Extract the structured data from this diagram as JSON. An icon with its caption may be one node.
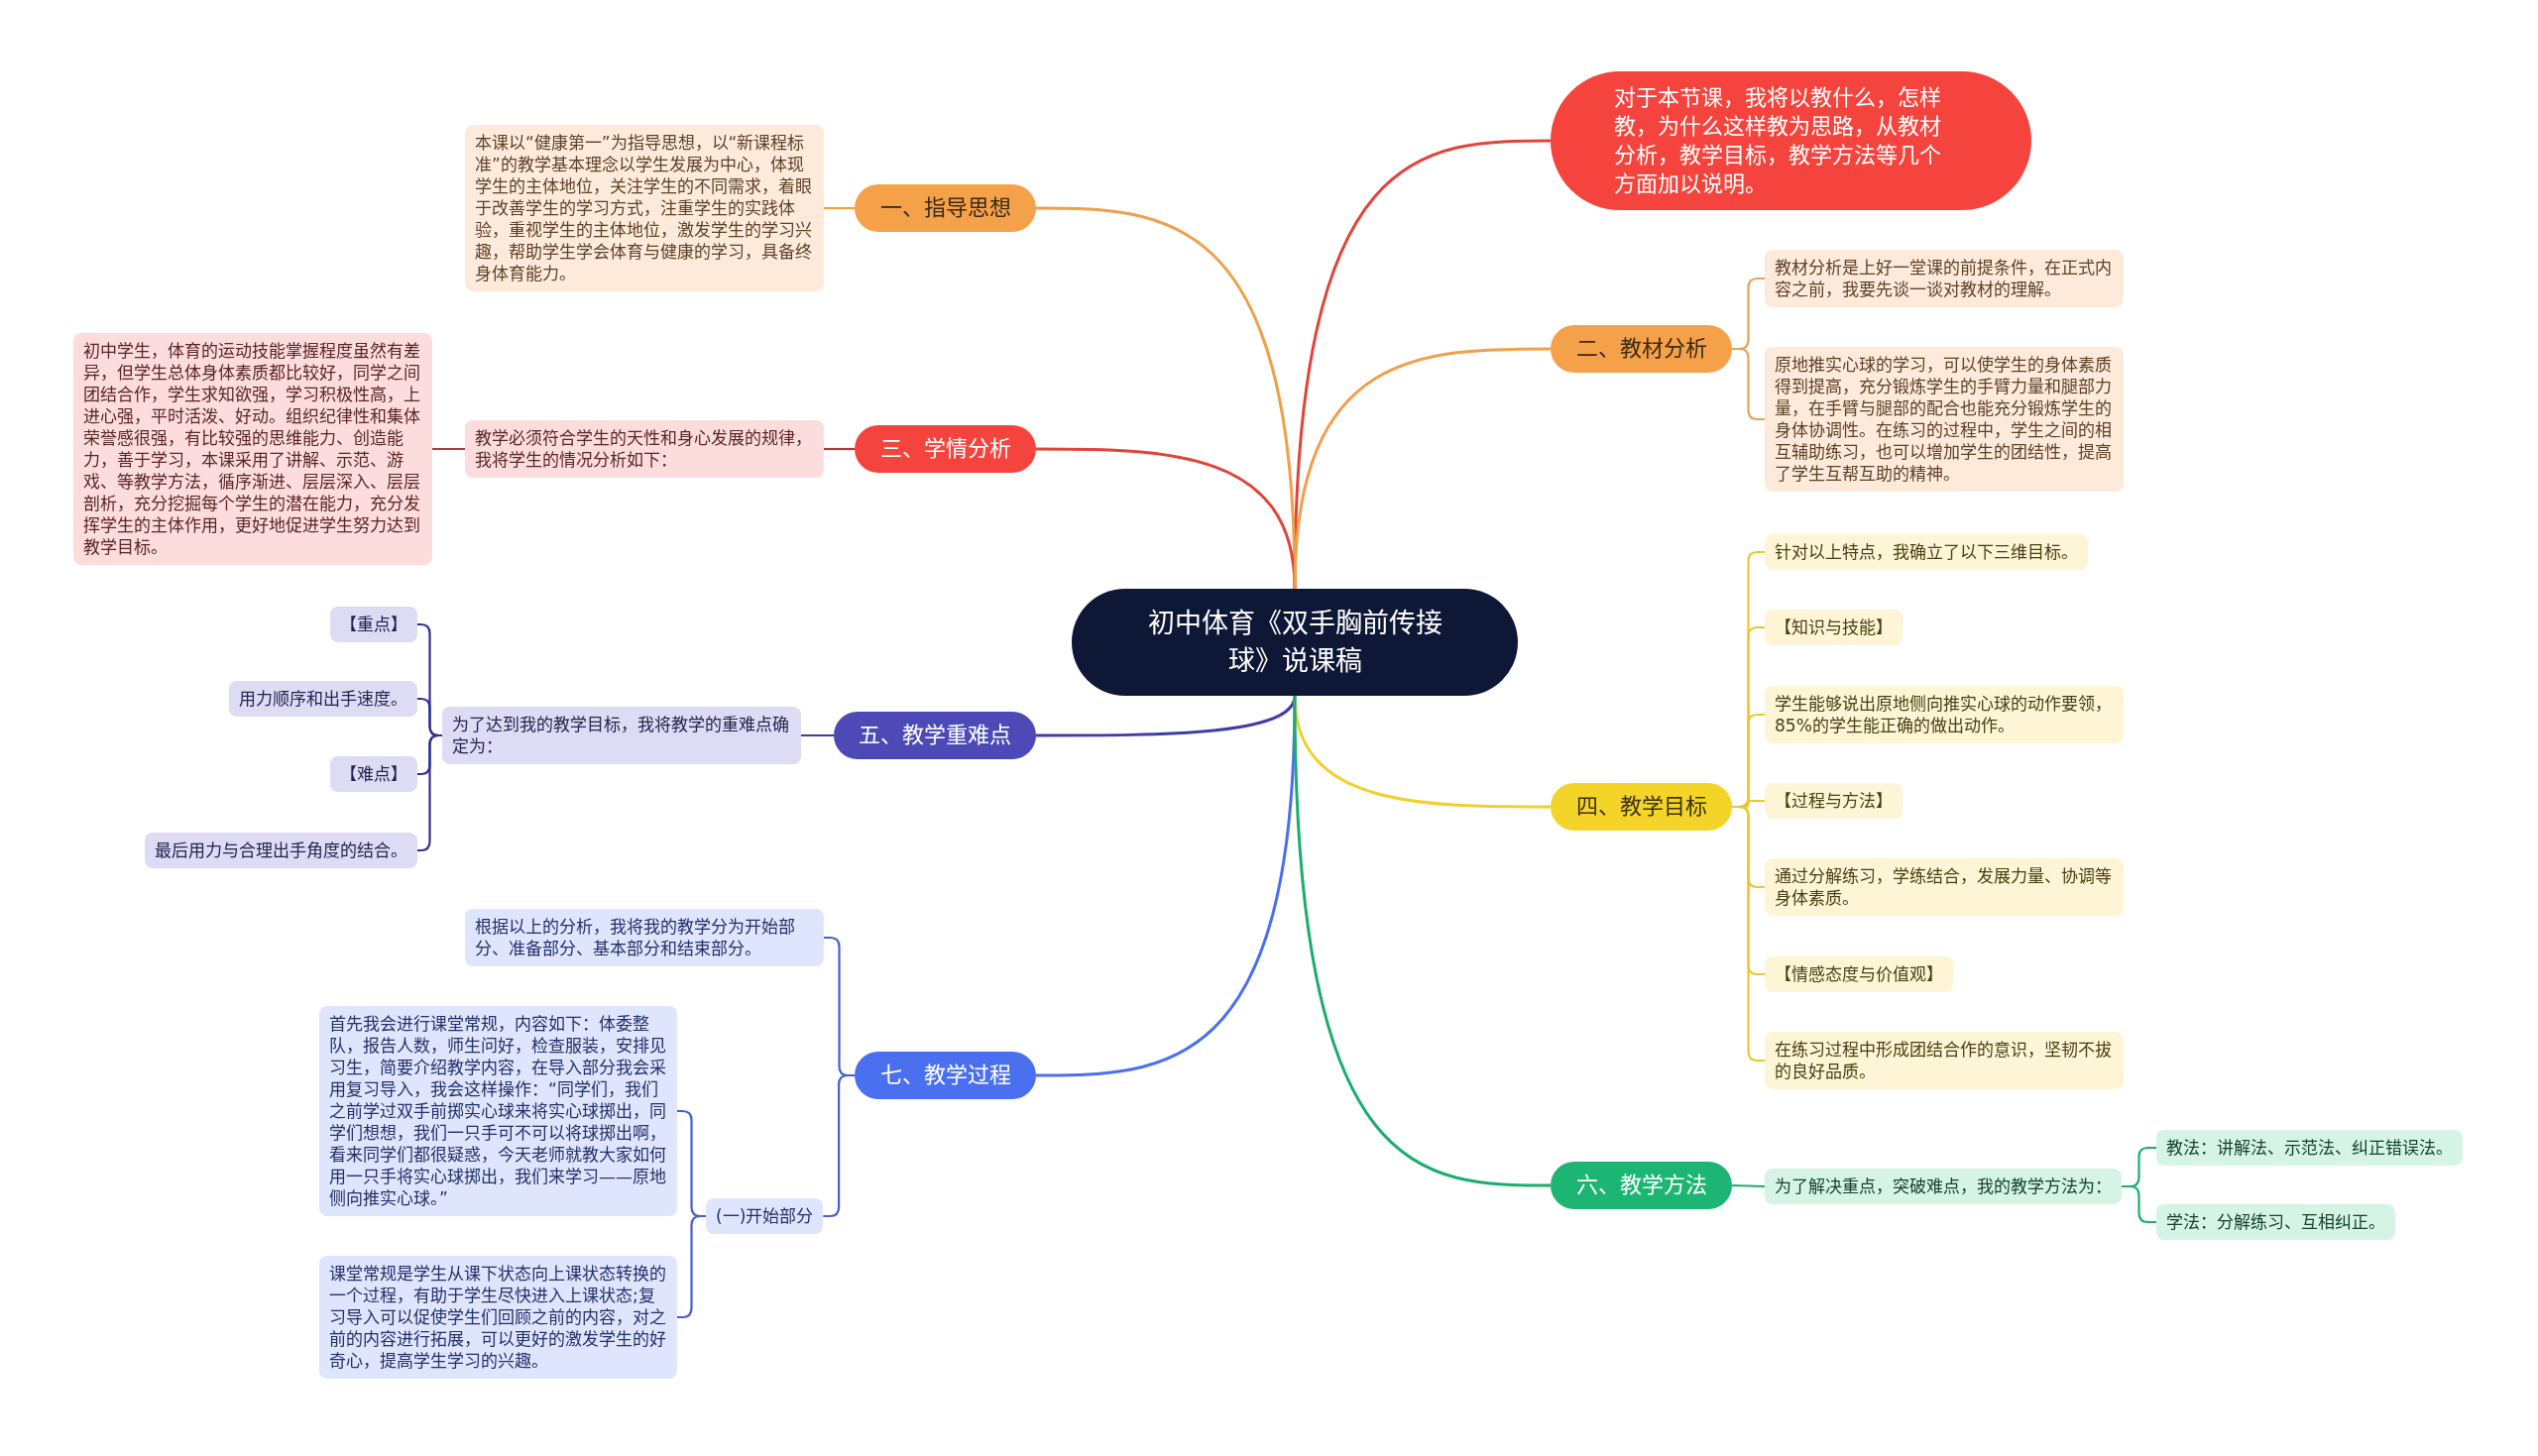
{
  "diagram": {
    "nodes": [
      {
        "text": [
          "初中体育《双手胸前传接球》说课稿"
        ]
      },
      {
        "text": [
          "对于本节课，我将以教什么，怎样教，为什么这样教为思路，从教材分析，教学目标，教学方法等几个方面加以说明。"
        ]
      },
      {
        "text": [
          "一、指导思想"
        ]
      },
      {
        "text": [
          "本课以“健康第一”为指导思想，以“新课程标准”的教学基本理念以学生发展为中心，体现学生的主体地位，关注学生的不同需求，着眼于改善学生的学习方式，注重学生的实践体验，重视学生的主体地位，激发学生的学习兴趣，帮助学生学会体育与健康的学习，具备终身体育能力。"
        ]
      },
      {
        "text": [
          "三、学情分析"
        ]
      },
      {
        "text": [
          "教学必须符合学生的天性和身心发展的规律，我将学生的情况分析如下："
        ]
      },
      {
        "text": [
          "初中学生，体育的运动技能掌握程度虽然有差异，但学生总体身体素质都比较好，同学之间团结合作，学生求知欲强，学习积极性高，上进心强，平时活泼、好动。组织纪律性和集体荣誉感很强，有比较强的思维能力、创造能力，善于学习，本课采用了讲解、示范、游戏、等教学方法，循序渐进、层层深入、层层剖析，充分挖掘每个学生的潜在能力，充分发挥学生的主体作用，更好地促进学生努力达到教学目标。"
        ]
      },
      {
        "text": [
          "五、教学重难点"
        ]
      },
      {
        "text": [
          "为了达到我的教学目标，我将教学的重难点确定为："
        ]
      },
      {
        "text": [
          "【重点】"
        ]
      },
      {
        "text": [
          "用力顺序和出手速度。"
        ]
      },
      {
        "text": [
          "【难点】"
        ]
      },
      {
        "text": [
          "最后用力与合理出手角度的结合。"
        ]
      },
      {
        "text": [
          "七、教学过程"
        ]
      },
      {
        "text": [
          "根据以上的分析，我将我的教学分为开始部分、准备部分、基本部分和结束部分。"
        ]
      },
      {
        "text": [
          "(一)开始部分"
        ]
      },
      {
        "text": [
          "首先我会进行课堂常规，内容如下：体委整队，报告人数，师生问好，检查服装，安排见习生，简要介绍教学内容，在导入部分我会采用复习导入，我会这样操作：“同学们，我们之前学过双手前掷实心球来将实心球掷出，同学们想想，我们一只手可不可以将球掷出啊，看来同学们都很疑惑，今天老师就教大家如何用一只手将实心球掷出，我们来学习——原地侧向推实心球。”"
        ]
      },
      {
        "text": [
          "课堂常规是学生从课下状态向上课状态转换的一个过程，有助于学生尽快进入上课状态;复习导入可以促使学生们回顾之前的内容，对之前的内容进行拓展，可以更好的激发学生的好奇心，提高学生学习的兴趣。"
        ]
      },
      {
        "text": [
          "二、教材分析"
        ]
      },
      {
        "text": [
          "教材分析是上好一堂课的前提条件，在正式内容之前，我要先谈一谈对教材的理解。"
        ]
      },
      {
        "text": [
          "原地推实心球的学习，可以使学生的身体素质得到提高，充分锻炼学生的手臂力量和腿部力量，在手臂与腿部的配合也能充分锻炼学生的身体协调性。在练习的过程中，学生之间的相互辅助练习，也可以增加学生的团结性，提高了学生互帮互助的精神。"
        ]
      },
      {
        "text": [
          "四、教学目标"
        ]
      },
      {
        "text": [
          "针对以上特点，我确立了以下三维目标。"
        ]
      },
      {
        "text": [
          "【知识与技能】"
        ]
      },
      {
        "text": [
          "学生能够说出原地侧向推实心球的动作要领，85%的学生能正确的做出动作。"
        ]
      },
      {
        "text": [
          "【过程与方法】"
        ]
      },
      {
        "text": [
          "通过分解练习，学练结合，发展力量、协调等身体素质。"
        ]
      },
      {
        "text": [
          "【情感态度与价值观】"
        ]
      },
      {
        "text": [
          "在练习过程中形成团结合作的意识，坚韧不拔的良好品质。"
        ]
      },
      {
        "text": [
          "六、教学方法"
        ]
      },
      {
        "text": [
          "为了解决重点，突破难点，我的教学方法为："
        ]
      },
      {
        "text": [
          "教法：讲解法、示范法、纠正错误法。"
        ]
      },
      {
        "text": [
          "学法：分解练习、互相纠正。"
        ]
      }
    ],
    "edges": [
      {
        "from": 0,
        "to": 1,
        "arrow": "none",
        "color": "#e0443a"
      },
      {
        "from": 0,
        "to": 2,
        "arrow": "none",
        "color": "#f0a04b"
      },
      {
        "from": 2,
        "to": 3,
        "arrow": "none",
        "color": "#f0a04b"
      },
      {
        "from": 0,
        "to": 4,
        "arrow": "none",
        "color": "#e0443a"
      },
      {
        "from": 4,
        "to": 5,
        "arrow": "none",
        "color": "#b03a3a"
      },
      {
        "from": 5,
        "to": 6,
        "arrow": "none",
        "color": "#b03a3a"
      },
      {
        "from": 0,
        "to": 7,
        "arrow": "none",
        "color": "#3f3ca8"
      },
      {
        "from": 7,
        "to": 8,
        "arrow": "none",
        "color": "#3f3ca8"
      },
      {
        "from": 8,
        "to": 9,
        "arrow": "none",
        "color": "#2f2f8f"
      },
      {
        "from": 8,
        "to": 10,
        "arrow": "none",
        "color": "#2f2f8f"
      },
      {
        "from": 8,
        "to": 11,
        "arrow": "none",
        "color": "#2f2f8f"
      },
      {
        "from": 8,
        "to": 12,
        "arrow": "none",
        "color": "#2f2f8f"
      },
      {
        "from": 0,
        "to": 13,
        "arrow": "none",
        "color": "#4a6ff0"
      },
      {
        "from": 13,
        "to": 14,
        "arrow": "none",
        "color": "#4760c8"
      },
      {
        "from": 13,
        "to": 15,
        "arrow": "none",
        "color": "#4760c8"
      },
      {
        "from": 15,
        "to": 16,
        "arrow": "none",
        "color": "#4760c8"
      },
      {
        "from": 15,
        "to": 17,
        "arrow": "none",
        "color": "#4760c8"
      },
      {
        "from": 0,
        "to": 18,
        "arrow": "none",
        "color": "#f0a04b"
      },
      {
        "from": 18,
        "to": 19,
        "arrow": "none",
        "color": "#e8a05a"
      },
      {
        "from": 18,
        "to": 20,
        "arrow": "none",
        "color": "#e8a05a"
      },
      {
        "from": 0,
        "to": 21,
        "arrow": "none",
        "color": "#f2d02b"
      },
      {
        "from": 21,
        "to": 22,
        "arrow": "none",
        "color": "#e8c830"
      },
      {
        "from": 21,
        "to": 23,
        "arrow": "none",
        "color": "#e8c830"
      },
      {
        "from": 21,
        "to": 24,
        "arrow": "none",
        "color": "#e8c830"
      },
      {
        "from": 21,
        "to": 25,
        "arrow": "none",
        "color": "#e8c830"
      },
      {
        "from": 21,
        "to": 26,
        "arrow": "none",
        "color": "#e8c830"
      },
      {
        "from": 21,
        "to": 27,
        "arrow": "none",
        "color": "#e8c830"
      },
      {
        "from": 21,
        "to": 28,
        "arrow": "none",
        "color": "#e8c830"
      },
      {
        "from": 0,
        "to": 29,
        "arrow": "none",
        "color": "#1aae6d"
      },
      {
        "from": 29,
        "to": 30,
        "arrow": "none",
        "color": "#1aae6d"
      },
      {
        "from": 30,
        "to": 31,
        "arrow": "none",
        "color": "#1aae6d"
      },
      {
        "from": 30,
        "to": 32,
        "arrow": "none",
        "color": "#1aae6d"
      }
    ]
  }
}
